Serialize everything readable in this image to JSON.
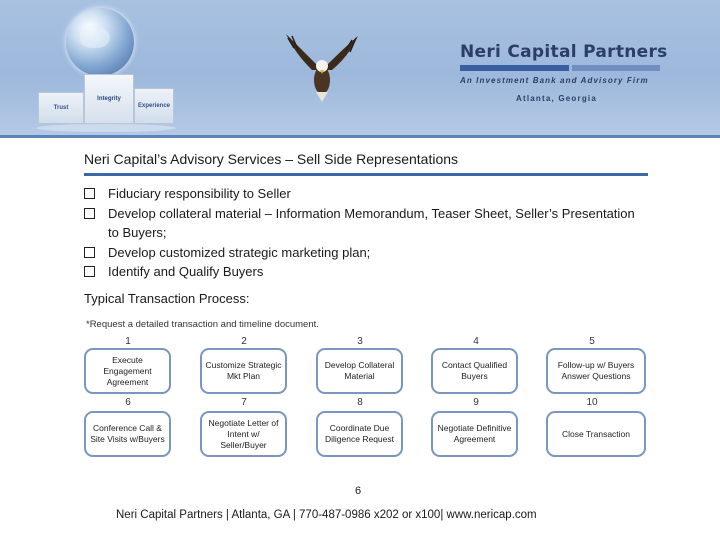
{
  "header": {
    "brand_name": "Neri Capital Partners",
    "tagline": "An Investment Bank and Advisory Firm",
    "location": "Atlanta, Georgia",
    "cube_labels": {
      "integrity": "Integrity",
      "trust": "Trust",
      "experience": "Experience"
    },
    "colors": {
      "band": "#a9c1e1",
      "brand_text": "#2c3e66",
      "accent_bar": "#3a5fa0"
    }
  },
  "slide": {
    "title": "Neri Capital’s Advisory Services – Sell Side Representations",
    "bullets": [
      "Fiduciary responsibility to Seller",
      "Develop collateral material – Information Memorandum, Teaser Sheet, Seller’s Presentation to Buyers;",
      "Develop customized strategic marketing plan;",
      "Identify and Qualify Buyers"
    ],
    "process_label": "Typical Transaction Process:",
    "request_note": "*Request a detailed transaction and timeline document."
  },
  "steps": [
    {
      "num": "1",
      "label": "Execute Engagement Agreement"
    },
    {
      "num": "2",
      "label": "Customize Strategic Mkt Plan"
    },
    {
      "num": "3",
      "label": "Develop Collateral Material"
    },
    {
      "num": "4",
      "label": "Contact Qualified Buyers"
    },
    {
      "num": "5",
      "label": "Follow-up w/ Buyers Answer Questions"
    },
    {
      "num": "6",
      "label": "Conference Call & Site Visits w/Buyers"
    },
    {
      "num": "7",
      "label": "Negotiate Letter of Intent w/ Seller/Buyer"
    },
    {
      "num": "8",
      "label": "Coordinate Due Diligence Request"
    },
    {
      "num": "9",
      "label": "Negotiate Definitive Agreement"
    },
    {
      "num": "10",
      "label": "Close Transaction"
    }
  ],
  "footer": {
    "page_number": "6",
    "text": "Neri Capital Partners | Atlanta, GA | 770-487-0986 x202 or x100| www.nericap.com"
  }
}
